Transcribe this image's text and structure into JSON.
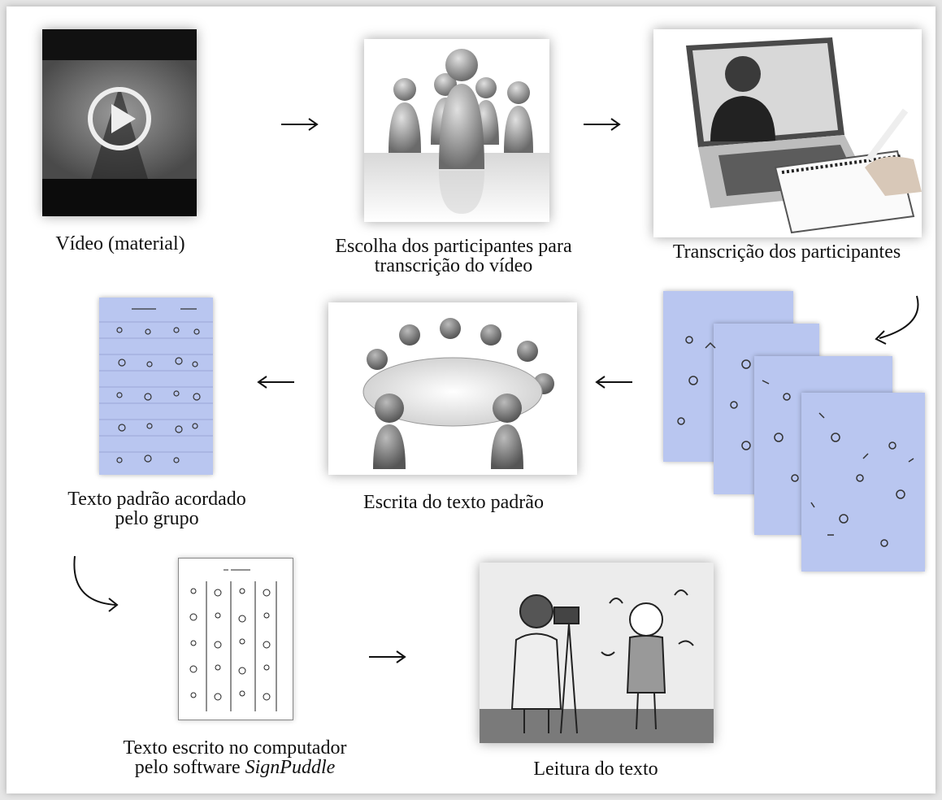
{
  "steps": [
    {
      "caption_lines": [
        "Vídeo (material)"
      ]
    },
    {
      "caption_lines": [
        "Escolha dos participantes para",
        "transcrição do vídeo"
      ]
    },
    {
      "caption_lines": [
        "Transcrição dos participantes"
      ]
    },
    {
      "caption_lines": [
        "Escrita do texto padrão"
      ]
    },
    {
      "caption_lines": [
        "Texto padrão acordado",
        "pelo grupo"
      ]
    },
    {
      "caption_lines": [
        "Texto escrito no computador",
        "pelo software "
      ],
      "caption_italic": "SignPuddle"
    },
    {
      "caption_lines": [
        "Leitura do texto"
      ]
    }
  ],
  "icons": {
    "play": "play-icon",
    "arrow": "arrow-right-icon"
  },
  "colors": {
    "sheet_blue": "#b9c6f0",
    "background": "#e6e6e6"
  }
}
